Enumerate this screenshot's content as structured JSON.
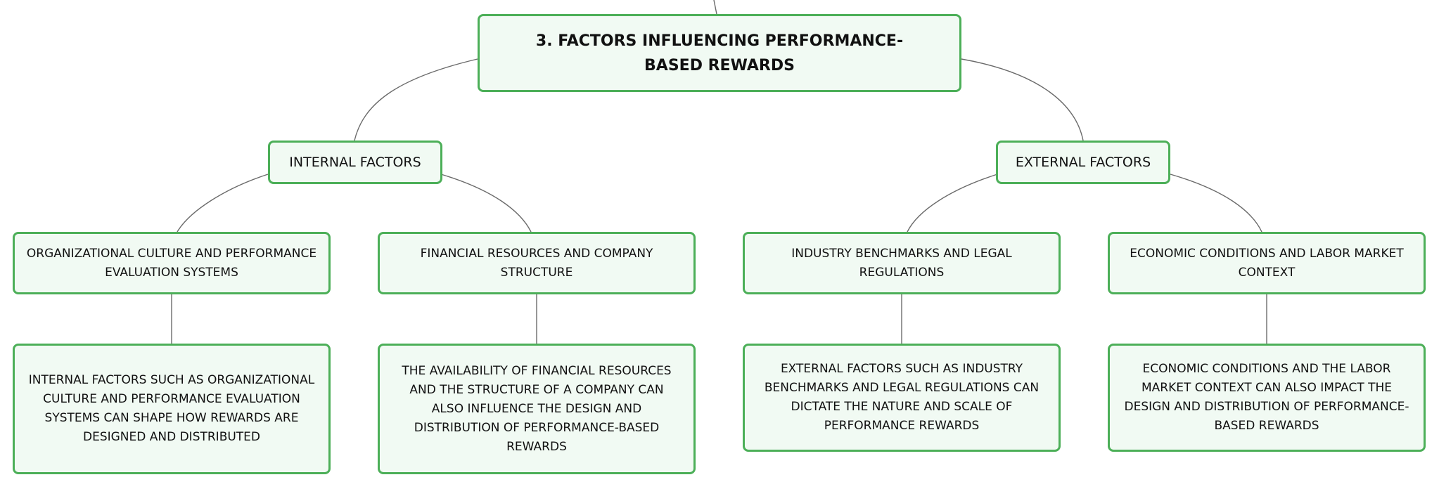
{
  "root": {
    "title": "3. FACTORS INFLUENCING PERFORMANCE-BASED REWARDS"
  },
  "branches": [
    {
      "label": "INTERNAL FACTORS",
      "children": [
        {
          "label": "ORGANIZATIONAL CULTURE AND PERFORMANCE EVALUATION SYSTEMS",
          "detail": "INTERNAL FACTORS SUCH AS ORGANIZATIONAL CULTURE AND PERFORMANCE EVALUATION SYSTEMS CAN SHAPE HOW REWARDS ARE DESIGNED AND DISTRIBUTED"
        },
        {
          "label": "FINANCIAL RESOURCES AND COMPANY STRUCTURE",
          "detail": "THE AVAILABILITY OF FINANCIAL RESOURCES AND THE STRUCTURE OF A COMPANY CAN ALSO INFLUENCE THE DESIGN AND DISTRIBUTION OF PERFORMANCE-BASED REWARDS"
        }
      ]
    },
    {
      "label": "EXTERNAL FACTORS",
      "children": [
        {
          "label": "INDUSTRY BENCHMARKS AND LEGAL REGULATIONS",
          "detail": "EXTERNAL FACTORS SUCH AS INDUSTRY BENCHMARKS AND LEGAL REGULATIONS CAN DICTATE THE NATURE AND SCALE OF PERFORMANCE REWARDS"
        },
        {
          "label": "ECONOMIC CONDITIONS AND LABOR MARKET CONTEXT",
          "detail": "ECONOMIC CONDITIONS AND THE LABOR MARKET CONTEXT CAN ALSO IMPACT THE DESIGN AND DISTRIBUTION OF PERFORMANCE-BASED REWARDS"
        }
      ]
    }
  ],
  "colors": {
    "node_border": "#4caf58",
    "node_fill": "#f1faf3",
    "connector": "#6b6b6b"
  }
}
